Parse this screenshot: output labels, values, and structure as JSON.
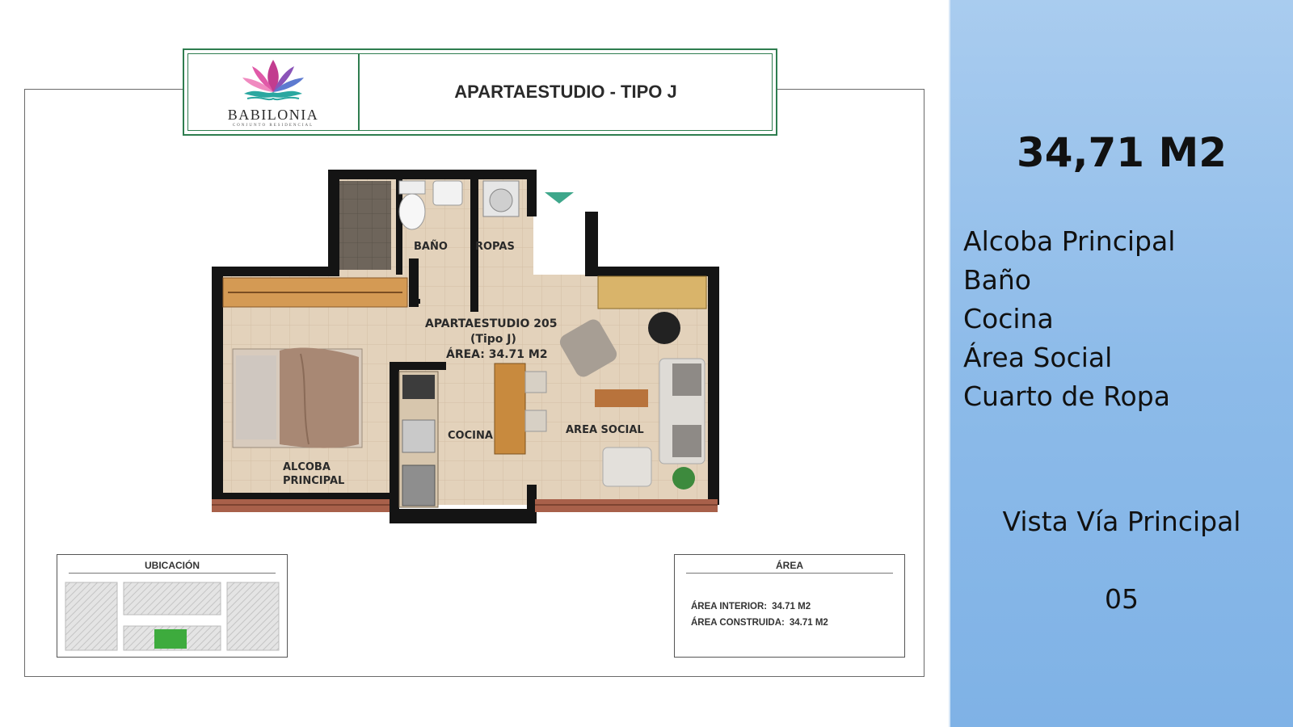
{
  "plan_title": "APARTAESTUDIO - TIPO J",
  "logo": {
    "name": "BABILONIA",
    "tagline": "CONJUNTO RESIDENCIAL"
  },
  "floorplan": {
    "unit_label": "APARTAESTUDIO 205",
    "unit_type": "(Tipo J)",
    "unit_area": "ÁREA: 34.71 M2",
    "rooms": {
      "bath": "BAÑO",
      "laundry": "ROPAS",
      "bedroom_line1": "ALCOBA",
      "bedroom_line2": "PRINCIPAL",
      "kitchen": "COCINA",
      "social": "AREA SOCIAL"
    }
  },
  "location_box": {
    "title": "UBICACIÓN"
  },
  "area_box": {
    "title": "ÁREA",
    "interior_label": "ÁREA INTERIOR:",
    "interior_value": "34.71 M2",
    "built_label": "ÁREA CONSTRUIDA:",
    "built_value": "34.71 M2"
  },
  "side_panel": {
    "area": "34,71 M2",
    "rooms": [
      "Alcoba Principal",
      "Baño",
      "Cocina",
      "Área Social",
      "Cuarto de Ropa"
    ],
    "view": "Vista Vía Principal",
    "unit_number": "05"
  },
  "colors": {
    "panel_blue": "#8dbbe9",
    "title_green": "#2e7d4f",
    "wall": "#141414",
    "floor": "#e3d2bb",
    "location_highlight": "#3dab3d"
  }
}
